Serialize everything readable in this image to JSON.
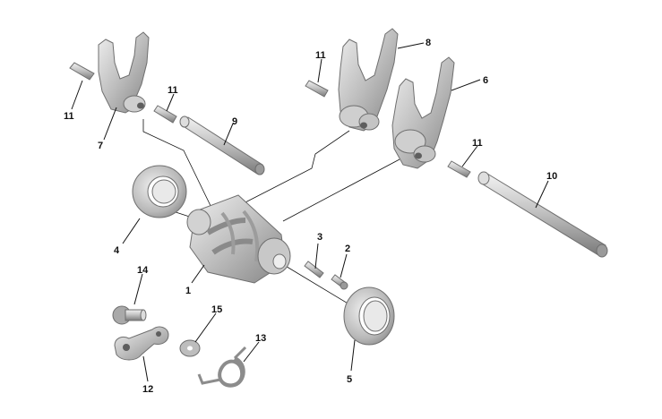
{
  "colors": {
    "background": "#ffffff",
    "part_light": "#e6e6e6",
    "part_mid": "#b5b5b5",
    "part_dark": "#7d7d7d",
    "outline": "#6f6f6f",
    "callout": "#111111"
  },
  "callouts": [
    {
      "id": "c1",
      "text": "1"
    },
    {
      "id": "c2",
      "text": "2"
    },
    {
      "id": "c3",
      "text": "3"
    },
    {
      "id": "c4",
      "text": "4"
    },
    {
      "id": "c5",
      "text": "5"
    },
    {
      "id": "c6",
      "text": "6"
    },
    {
      "id": "c7",
      "text": "7"
    },
    {
      "id": "c8",
      "text": "8"
    },
    {
      "id": "c9",
      "text": "9"
    },
    {
      "id": "c10",
      "text": "10"
    },
    {
      "id": "c11a",
      "text": "11"
    },
    {
      "id": "c11b",
      "text": "11"
    },
    {
      "id": "c11c",
      "text": "11"
    },
    {
      "id": "c11d",
      "text": "11"
    },
    {
      "id": "c12",
      "text": "12"
    },
    {
      "id": "c13",
      "text": "13"
    },
    {
      "id": "c14",
      "text": "14"
    },
    {
      "id": "c15",
      "text": "15"
    }
  ]
}
